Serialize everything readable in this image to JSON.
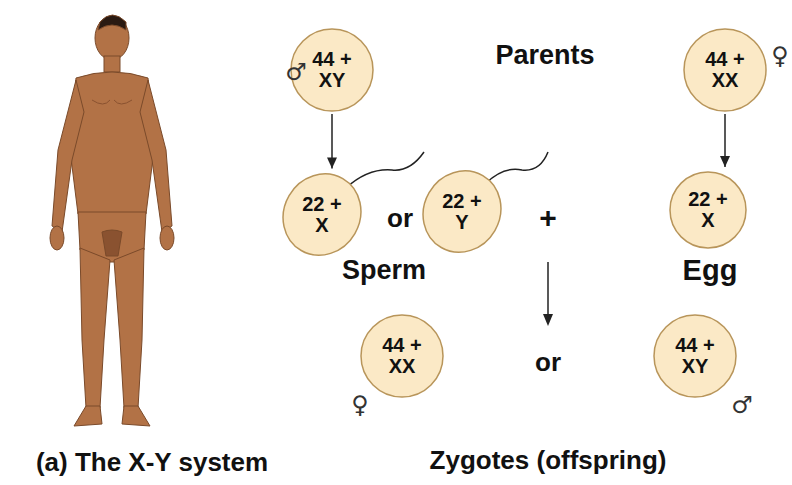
{
  "diagram": {
    "nodes": [
      {
        "text": [
          "44 + XY"
        ]
      },
      {
        "text": [
          "44 + XX"
        ]
      },
      {
        "text": [
          "22 + X"
        ]
      },
      {
        "text": [
          "22 + Y"
        ]
      },
      {
        "text": [
          "22 + X"
        ]
      },
      {
        "text": [
          "44 + XX"
        ]
      },
      {
        "text": [
          "44 + XY"
        ]
      }
    ],
    "edges": [
      {
        "from": 0,
        "to": 2,
        "arrow": "to"
      },
      {
        "from": 1,
        "to": 4,
        "arrow": "to"
      }
    ],
    "labels": [
      "♂",
      "Parents",
      "♀",
      "or",
      "Sperm",
      "+",
      "Egg",
      "♀",
      "or",
      "♂",
      "(a) The X-Y system",
      "Zygotes (offspring)"
    ]
  }
}
